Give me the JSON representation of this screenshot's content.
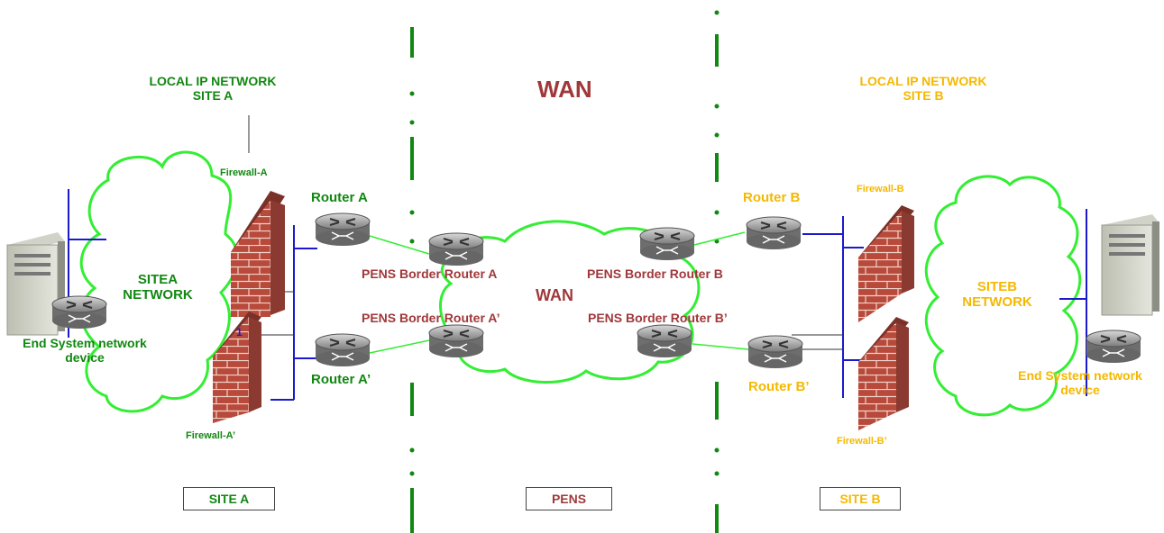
{
  "zones": {
    "local_a_title_1": "LOCAL IP NETWORK",
    "local_a_title_2": "SITE A",
    "wan_title": "WAN",
    "local_b_title_1": "LOCAL IP NETWORK",
    "local_b_title_2": "SITE B"
  },
  "site_a": {
    "network_1": "SITEA",
    "network_2": "NETWORK",
    "end_system_1": "End System network",
    "end_system_2": "device",
    "firewall_top": "Firewall-A",
    "firewall_bottom": "Firewall-A’",
    "router_top": "Router A",
    "router_bottom": "Router A’",
    "firewall_port": "1",
    "box": "SITE A"
  },
  "wan": {
    "cloud_label": "WAN",
    "border_a": "PENS  Border Router A",
    "border_a_prime": "PENS  Border Router A’",
    "border_b": "PENS  Border Router B",
    "border_b_prime": "PENS  Border Router B’",
    "box": "PENS"
  },
  "site_b": {
    "network_1": "SITEB",
    "network_2": "NETWORK",
    "end_system_1": "End System network",
    "end_system_2": "device",
    "firewall_top": "Firewall-B",
    "firewall_bottom": "Firewall-B’",
    "router_top": "Router B",
    "router_bottom": "Router B’",
    "box": "SITE B"
  },
  "colors": {
    "site_a_text": "#118811",
    "site_b_text": "#f5b800",
    "wan_text": "#a0383a",
    "cloud_stroke": "#33ee33",
    "lan_line": "#1a1acc",
    "divider": "#118811"
  }
}
